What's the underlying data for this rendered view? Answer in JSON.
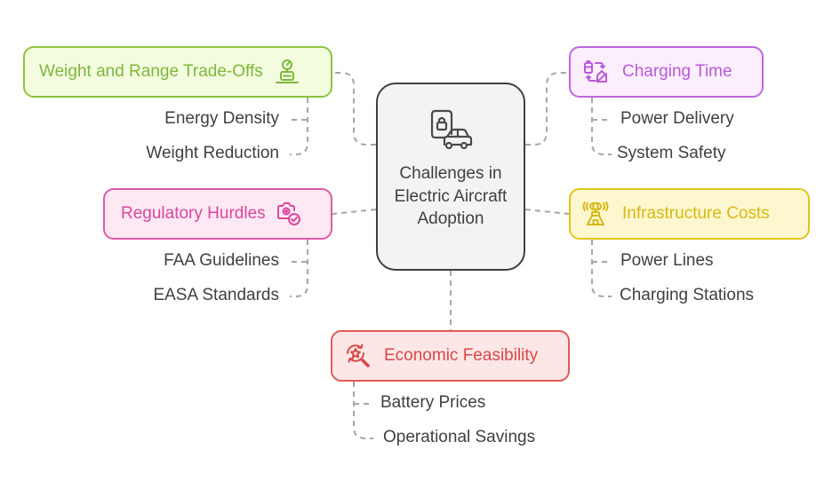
{
  "diagram": {
    "type": "mind-map",
    "center": {
      "title": "Challenges in Electric Aircraft Adoption",
      "icon": "phone-lock-car-icon"
    },
    "branches": {
      "weight": {
        "label": "Weight and Range Trade-Offs",
        "icon": "scale-gauge-icon",
        "color": "#7db83a",
        "children": [
          "Energy Density",
          "Weight Reduction"
        ]
      },
      "charging": {
        "label": "Charging Time",
        "icon": "battery-cycle-icon",
        "color": "#b95ad8",
        "children": [
          "Power Delivery",
          "System Safety"
        ]
      },
      "regulatory": {
        "label": "Regulatory Hurdles",
        "icon": "camera-check-icon",
        "color": "#d9489e",
        "children": [
          "FAA Guidelines",
          "EASA Standards"
        ]
      },
      "infra": {
        "label": "Infrastructure Costs",
        "icon": "signal-tower-icon",
        "color": "#d8b914",
        "children": [
          "Power Lines",
          "Charging Stations"
        ]
      },
      "econ": {
        "label": "Economic Feasibility",
        "icon": "star-search-icon",
        "color": "#d94848",
        "children": [
          "Battery Prices",
          "Operational Savings"
        ]
      }
    }
  }
}
